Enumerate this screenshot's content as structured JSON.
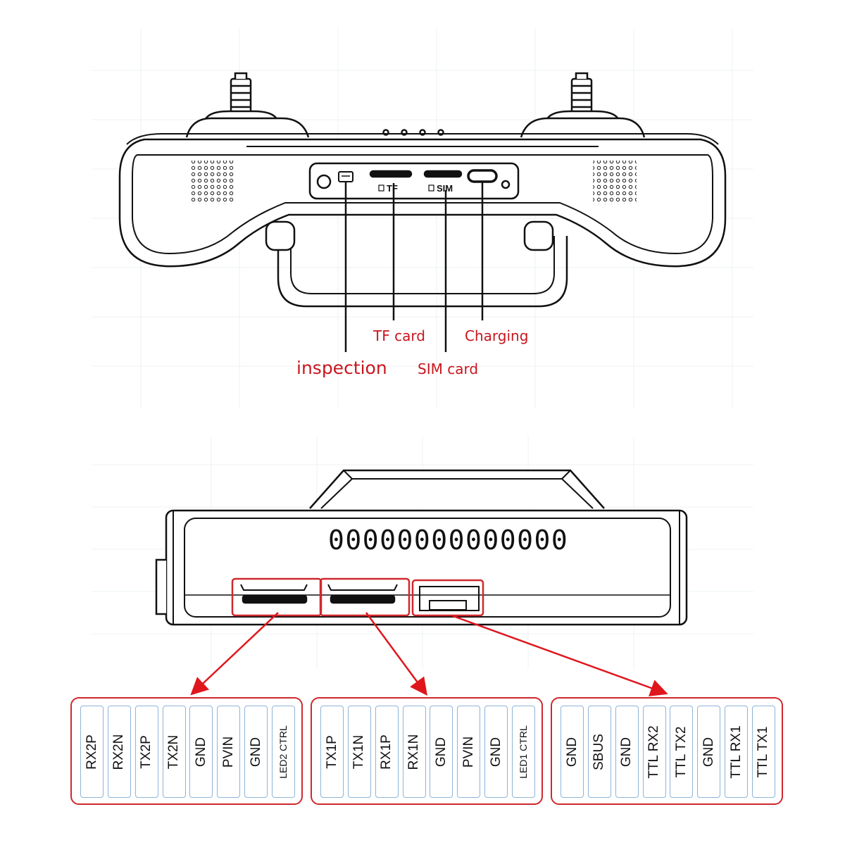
{
  "top_view": {
    "port_labels": {
      "tf": "TF",
      "sim": "SIM"
    },
    "callouts": {
      "inspection": "inspection",
      "tf_card": "TF card",
      "sim_card": "SIM card",
      "charging": "Charging"
    }
  },
  "side_view": {
    "vent_text": "00000000000000"
  },
  "pin_groups": [
    {
      "pins": [
        "RX2P",
        "RX2N",
        "TX2P",
        "TX2N",
        "GND",
        "PVIN",
        "GND",
        "LED2 CTRL"
      ]
    },
    {
      "pins": [
        "TX1P",
        "TX1N",
        "RX1P",
        "RX1N",
        "GND",
        "PVIN",
        "GND",
        "LED1 CTRL"
      ]
    },
    {
      "pins": [
        "GND",
        "SBUS",
        "GND",
        "TTL RX2",
        "TTL TX2",
        "GND",
        "TTL RX1",
        "TTL TX1"
      ]
    }
  ],
  "colors": {
    "callout_red": "#c8161d",
    "outline": "#111111",
    "pin_border": "#8eb4d8"
  }
}
